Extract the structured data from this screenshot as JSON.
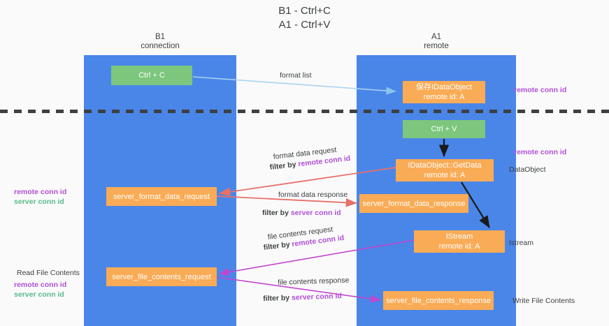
{
  "title": "B1 - Ctrl+C\nA1 - Ctrl+V",
  "lanes": [
    {
      "id": "b1",
      "header": "B1\nconnection",
      "color": "#4a86e8"
    },
    {
      "id": "a1",
      "header": "A1\nremote",
      "color": "#4a86e8"
    }
  ],
  "nodes": {
    "ctrl_c": {
      "label": "Ctrl + C",
      "sub": "",
      "color": "#7dc67d"
    },
    "save_ido": {
      "label": "保存IDataObject",
      "sub": "remote id: A",
      "color": "#f9ab55"
    },
    "ctrl_v": {
      "label": "Ctrl + V",
      "sub": "",
      "color": "#7dc67d"
    },
    "getdata": {
      "label": "IDataObject::GetData",
      "sub": "remote id: A",
      "color": "#f9ab55"
    },
    "server_format_data_request": {
      "label": "server_format_data_request",
      "sub": "",
      "color": "#f9ab55"
    },
    "server_format_data_response": {
      "label": "server_format_data_response",
      "sub": "",
      "color": "#f9ab55"
    },
    "istream": {
      "label": "IStream",
      "sub": "remote id: A",
      "color": "#f9ab55"
    },
    "server_file_contents_request": {
      "label": "server_file_contents_request",
      "sub": "",
      "color": "#f9ab55"
    },
    "server_file_contents_response": {
      "label": "server_file_contents_response",
      "sub": "",
      "color": "#f9ab55"
    }
  },
  "edges": {
    "format_list": {
      "label": "format list",
      "color": "#a8d2f0"
    },
    "format_data_request": {
      "line1": "format data request",
      "filter_prefix": "filter by ",
      "filter_key": "remote conn id",
      "color": "#e8706a"
    },
    "format_data_response": {
      "line1": "format data response",
      "filter_prefix": "filter by ",
      "filter_key": "server conn id",
      "color": "#e8706a"
    },
    "file_contents_request": {
      "line1": "file contents request",
      "filter_prefix": "filter by ",
      "filter_key": "remote conn id",
      "color": "#c246cf"
    },
    "file_contents_response": {
      "line1": "file contents response",
      "filter_prefix": "filter by ",
      "filter_key": "server conn id",
      "color": "#c246cf"
    },
    "getdata_flow": {
      "color": "#1a1a1a"
    }
  },
  "annotations": {
    "remote_conn_id": "remote conn id",
    "server_conn_id": "server conn id",
    "data_object": "DataObject",
    "istream": "Istream",
    "write_file_contents": "Write File Contents",
    "read_file_contents": "Read File Contents"
  },
  "colors": {
    "lane": "#4a86e8",
    "orange": "#f9ab55",
    "green_box": "#7dc67d",
    "purple_text": "#b14fd8",
    "green_text": "#57bb8a",
    "red_arrow": "#e8706a",
    "magenta_arrow": "#c246cf",
    "light_blue_arrow": "#a8d2f0",
    "divider": "#3c4043",
    "background": "#fafafa"
  }
}
